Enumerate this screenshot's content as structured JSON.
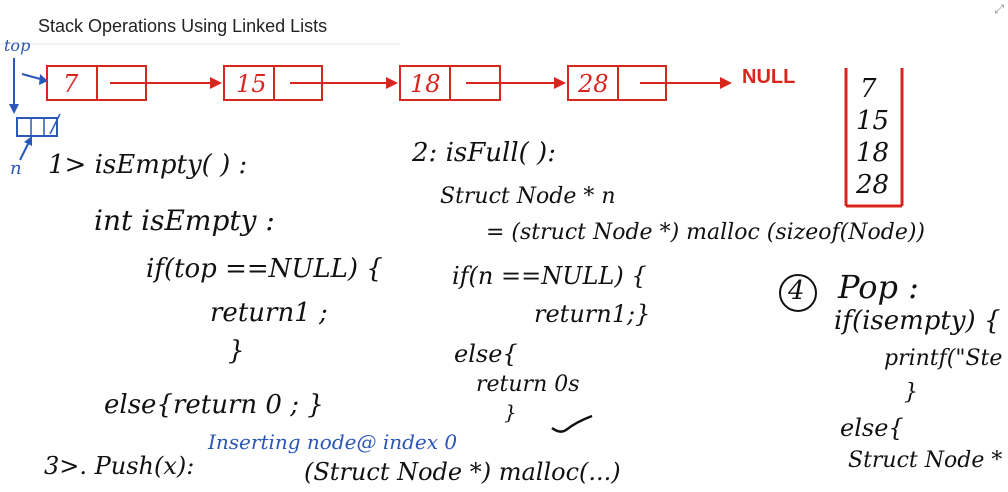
{
  "title": "Stack Operations Using Linked Lists",
  "linked_list": {
    "top_label": "top",
    "nodes": [
      "7",
      "15",
      "18",
      "28"
    ],
    "null_label": "NULL",
    "n_label": "n"
  },
  "stack_box": {
    "items": [
      "7",
      "15",
      "18",
      "28"
    ]
  },
  "notes": {
    "is_empty_heading": "1> isEmpty( ) :",
    "is_empty_sig": "int isEmpty :",
    "is_empty_if": "if(top ==NULL) {",
    "is_empty_return": "return1 ;",
    "is_empty_close": "}",
    "is_empty_else": "else{return 0 ; }",
    "is_full_heading": "2: isFull( ):",
    "is_full_decl": "Struct Node * n",
    "is_full_alloc": "= (struct Node *) malloc (sizeof(Node))",
    "is_full_if": "if(n ==NULL) {",
    "is_full_return": "return1;}",
    "is_full_else": "else{",
    "is_full_return0": "return 0s",
    "is_full_close": "}",
    "pop_number": "4",
    "pop_heading": "Pop :",
    "pop_if": "if(isempty) {",
    "pop_printf": "printf(\"Ste",
    "pop_close": "}",
    "pop_else": "else{",
    "pop_struct": "Struct Node *",
    "push_heading": "3>. Push(x):",
    "push_note": "Inserting node@ index 0",
    "push_alloc": "(Struct Node *) malloc(...)"
  },
  "colors": {
    "red": "#d8261f",
    "blue": "#2b57b8",
    "ink": "#111111"
  }
}
